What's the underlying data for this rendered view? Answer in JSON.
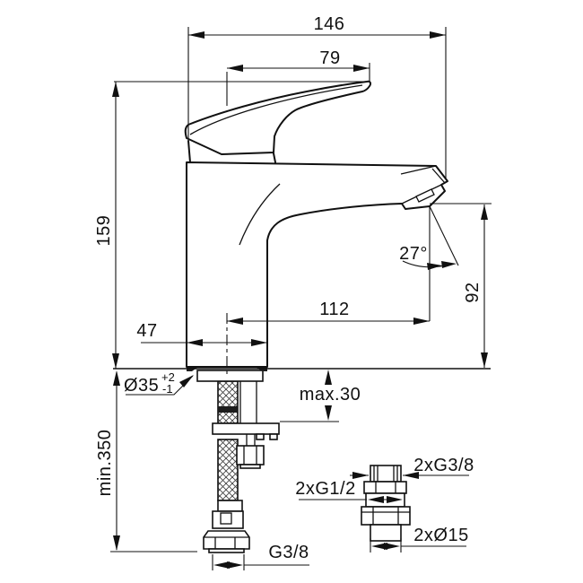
{
  "drawing": {
    "type": "technical-dimension-drawing",
    "subject": "single-lever basin mixer faucet, side view with mounting hardware and adapter fitting detail",
    "line_color": "#111111",
    "background_color": "#ffffff",
    "dimensions": {
      "total_depth": "146",
      "handle_reach": "79",
      "body_height": "159",
      "spout_reach": "112",
      "body_width": "47",
      "spout_angle": "27°",
      "outlet_height": "92",
      "hole_diameter": "Ø35",
      "hole_tolerance_plus": "+2",
      "hole_tolerance_minus": "-1",
      "max_deck_thickness": "max.30",
      "min_clearance_below": "min.350",
      "hose_nut_thread": "G3/8",
      "adapter_top_thread": "2xG3/8",
      "adapter_mid_thread": "2xG1/2",
      "adapter_pipe_diameter": "2xØ15"
    }
  }
}
